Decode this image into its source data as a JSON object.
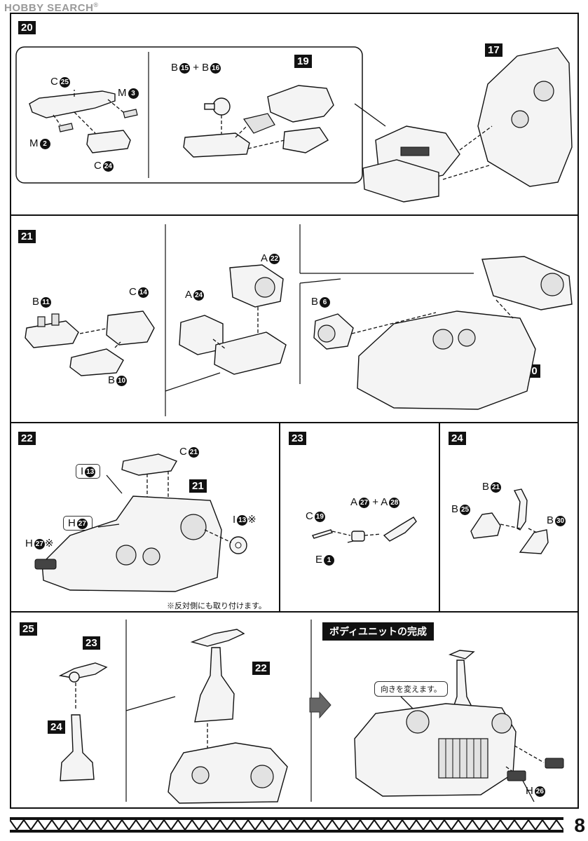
{
  "watermark": {
    "brand": "HOBBY SEARCH",
    "reg": "®"
  },
  "page_number": "8",
  "steps": {
    "s20": {
      "num": "20",
      "ref19": "19",
      "ref17": "17",
      "labels": {
        "c25": {
          "letter": "C",
          "n": "25"
        },
        "m3": {
          "letter": "M",
          "n": "3"
        },
        "m2": {
          "letter": "M",
          "n": "2"
        },
        "c24": {
          "letter": "C",
          "n": "24"
        },
        "b15": {
          "letter": "B",
          "n": "15"
        },
        "plus": "+",
        "b16": {
          "letter": "B",
          "n": "16"
        }
      }
    },
    "s21": {
      "num": "21",
      "ref20": "20",
      "labels": {
        "b11": {
          "letter": "B",
          "n": "11"
        },
        "c14": {
          "letter": "C",
          "n": "14"
        },
        "b10": {
          "letter": "B",
          "n": "10"
        },
        "a24": {
          "letter": "A",
          "n": "24"
        },
        "a22": {
          "letter": "A",
          "n": "22"
        },
        "b6": {
          "letter": "B",
          "n": "6"
        }
      }
    },
    "s22": {
      "num": "22",
      "ref21": "21",
      "note": "※反対側にも取り付けます。",
      "labels": {
        "c21": {
          "letter": "C",
          "n": "21"
        },
        "i13": {
          "letter": "I",
          "n": "13"
        },
        "h27": {
          "letter": "H",
          "n": "27"
        },
        "i13x": {
          "letter": "I",
          "n": "13",
          "mark": "※"
        },
        "h27x": {
          "letter": "H",
          "n": "27",
          "mark": "※"
        }
      }
    },
    "s23": {
      "num": "23",
      "labels": {
        "a27": {
          "letter": "A",
          "n": "27"
        },
        "plus": "+",
        "a28": {
          "letter": "A",
          "n": "28"
        },
        "c19": {
          "letter": "C",
          "n": "19"
        },
        "e1": {
          "letter": "E",
          "n": "1"
        }
      }
    },
    "s24": {
      "num": "24",
      "labels": {
        "b21": {
          "letter": "B",
          "n": "21"
        },
        "b25": {
          "letter": "B",
          "n": "25"
        },
        "b30": {
          "letter": "B",
          "n": "30"
        }
      }
    },
    "s25": {
      "num": "25",
      "ref23": "23",
      "ref24": "24",
      "ref22": "22"
    },
    "complete": {
      "title": "ボディユニットの完成",
      "bubble": "向きを変えます。",
      "h26": {
        "letter": "H",
        "n": "26"
      }
    }
  }
}
